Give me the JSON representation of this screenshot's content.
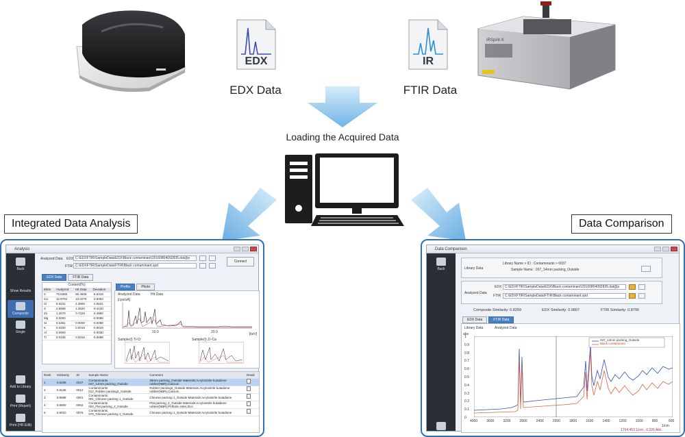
{
  "labels": {
    "edx_data": "EDX Data",
    "ftir_data": "FTIR Data",
    "edx_icon": "EDX",
    "ir_icon": "IR",
    "loading": "Loading the Acquired Data",
    "integrated": "Integrated Data Analysis",
    "comparison": "Data Comparison"
  },
  "colors": {
    "arrow": "#8fc6ee",
    "window_border": "#2f6fb5",
    "spectrum_blue": "#2a4fc2",
    "spectrum_red": "#e0623a"
  },
  "analysis_window": {
    "title": "Analysis",
    "sidebar": [
      "Back",
      "Show Results",
      "Composite",
      "Single",
      "Add to Library",
      "Print (Report)",
      "Print (HR Edit)"
    ],
    "analyzed_data_label": "Analyzed Data",
    "edx_label": "EDX",
    "edx_path": "C:\\EDXFTIR\\SampleData\\EDX\\Black contaminant\\20160804092835.dat@p",
    "ftir_label": "FTIR",
    "ftir_path": "C:\\EDXFTIR\\SampleData\\FTIR\\Black contaminant.spd",
    "connect_label": "Connect",
    "tabs": [
      "EDX Data",
      "FTIR Data"
    ],
    "content_label": "Content(%)",
    "profile_tabs": [
      "Profile",
      "Photo"
    ],
    "legend": [
      "Analyzed Data",
      "Hit Data"
    ],
    "element_headers": [
      "Elem",
      "Analyzed",
      "Hit Data",
      "Deviation"
    ],
    "elements": [
      [
        "C",
        "79.8365",
        "90.4605",
        "-6.6318"
      ],
      [
        "Ca",
        "12.9762",
        "10.0279",
        "-2.9483"
      ],
      [
        "Cl",
        "5.9231",
        "4.3800",
        "-1.5531"
      ],
      [
        "S",
        "2.5669",
        "1.3520",
        "-0.4130"
      ],
      [
        "Zn",
        "1.2570",
        "0.7229",
        "-0.4880"
      ],
      [
        "Mg",
        "0.0000",
        "",
        "-0.0088"
      ],
      [
        "Si",
        "0.0361",
        "0.0000",
        "-0.0088"
      ],
      [
        "K",
        "0.0200",
        "0.0019",
        "-0.0019"
      ],
      [
        "Al",
        "0.0000",
        "",
        "-0.0030"
      ],
      [
        "Ti",
        "0.0105",
        "0.0016",
        "-0.0088"
      ]
    ],
    "result_headers": [
      "Rank",
      "Similarity",
      "ID",
      "Sample Name",
      "Comment",
      "Detail"
    ],
    "results": [
      [
        "1",
        "0.8299",
        "0037",
        "Contaminants\n037_14mm packing_Outside",
        "29mm packing_Outside Materials:Acrylonitrile butadiene rubber(NBR),Calcium"
      ],
      [
        "2",
        "0.8136",
        "0012",
        "Contaminants\n012_Rubber packing2_Outside",
        "Rubber packing2_Outside Materials:Acrylonitrile butadiene rubber(NBR),Calcium"
      ],
      [
        "3",
        "0.8088",
        "0001",
        "Contaminants\n001_Chinese packing 1_Outside",
        "Chinese packing 1_Outside Materials:Acrylonitrile butadiene"
      ],
      [
        "4",
        "0.8000",
        "0002",
        "Contaminants\n002_Flat packing_2_Outside",
        "Flat packing_2_Outside Materials:Acrylonitrile butadiene rubber(NBR),Phthalic ester,Zinc"
      ],
      [
        "5",
        "0.8010",
        "0076",
        "Contaminants\n076_Chinese packing 1_Outside",
        "Chinese packing 1_Outside Materials:Acrylonitrile butadiene"
      ]
    ],
    "units": {
      "kev": "[keV]",
      "cps": "[cps/uA]"
    },
    "ticks_main": [
      "10.0",
      "20.0"
    ],
    "small_plots": [
      "Sample(I) Ti-Cr",
      "Sample(I) Zr-Ca"
    ]
  },
  "comparison_window": {
    "title": "Data Comparison",
    "sidebar": [
      "Back",
      "Print"
    ],
    "library_label": "Library Data",
    "library_name": "Library Name > ID : Contaminants > 0037",
    "sample_name": "Sample Name : 037_14mm packing_Outside",
    "analyzed_label": "Analyzed Data",
    "edx_label": "EDX",
    "edx_path": "C:\\EDXFTIR\\SampleData\\EDX\\Black contaminant\\20160804092835.dat@p",
    "ftir_label": "FTIR",
    "ftir_path": "C:\\EDXFTIR\\SampleData\\FTIR\\Black contaminant.spd",
    "composite_similarity": "Composite Similarity: 0.8299",
    "edx_similarity": "EDX Similarity: 0.9807",
    "ftir_similarity": "FTIR Similarity: 0.8790",
    "tabs": [
      "EDX Data",
      "FTIR Data"
    ],
    "legend": [
      "Library Data",
      "Analyzed Data"
    ],
    "inset_legend": [
      "037_14mm packing_Outside",
      "Black contaminant"
    ],
    "y_unit": "abs",
    "y_ticks": [
      "1",
      "0.9",
      "0.8",
      "0.7",
      "0.6",
      "0.5",
      "0.4",
      "0.3",
      "0.2",
      "0.1",
      "0"
    ],
    "x_ticks": [
      "4000",
      "3600",
      "3200",
      "2800",
      "2400",
      "2000",
      "1800",
      "1600",
      "1400",
      "1200",
      "1000",
      "800",
      "600"
    ],
    "x_unit": "1/cm",
    "cursor_readout": "1764.453 1/cm , 0.326 Abs"
  }
}
